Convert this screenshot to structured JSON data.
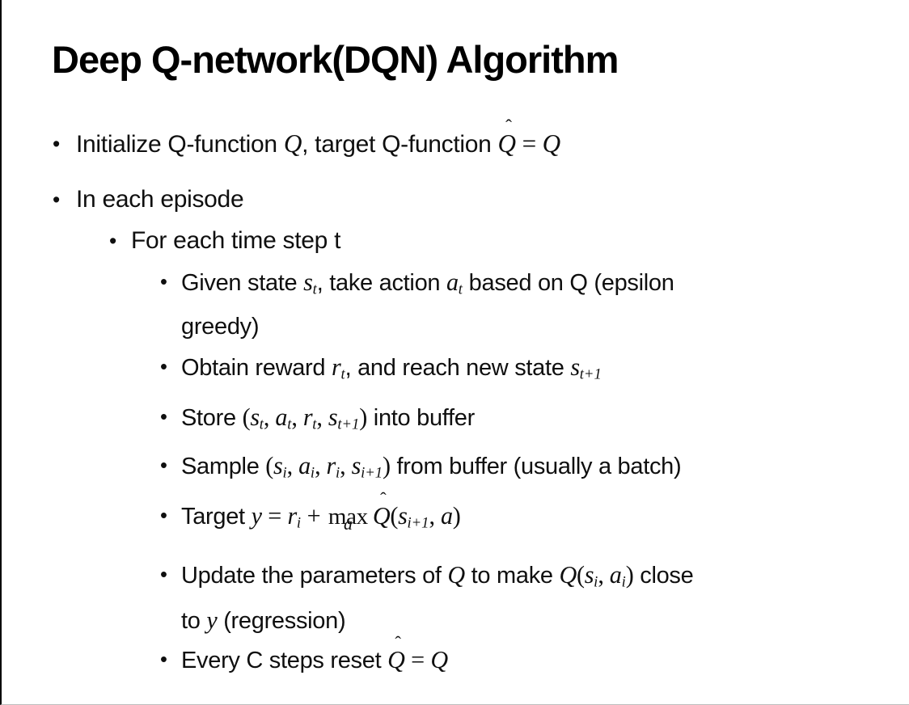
{
  "colors": {
    "background": "#ffffff",
    "text": "#0f0f0f",
    "left_border": "#000000",
    "bottom_border": "#bdbdbd"
  },
  "glyphs": {
    "bullet": "•",
    "hat": "ˆ"
  },
  "title": {
    "text": "Deep Q-network(DQN) Algorithm"
  },
  "content": {
    "b1": {
      "s1": "Initialize Q-function ",
      "m1": "Q",
      "s2": ", target Q-function ",
      "qh": "Q",
      "eq": "=",
      "m2": "Q"
    },
    "b2": {
      "s1": "In each episode"
    },
    "b3": {
      "s1": "For each time step t"
    },
    "b4": {
      "s1": "Given state ",
      "m1": "s",
      "sub1": "t",
      "s2": ", take action ",
      "m2": "a",
      "sub2": "t",
      "s3": " based on Q (epsilon",
      "s4": "greedy)"
    },
    "b5": {
      "s1": "Obtain reward ",
      "m1": "r",
      "sub1": "t",
      "s2": ", and reach new state ",
      "m2": "s",
      "sub2": "t+1"
    },
    "b6": {
      "s1": "Store ",
      "p1": "(",
      "m1": "s",
      "sub1": "t",
      "c1": ", ",
      "m2": "a",
      "sub2": "t",
      "c2": ", ",
      "m3": "r",
      "sub3": "t",
      "c3": ", ",
      "m4": "s",
      "sub4": "t+1",
      "p2": ")",
      "s2": " into buffer"
    },
    "b7": {
      "s1": "Sample ",
      "p1": "(",
      "m1": "s",
      "sub1": "i",
      "c1": ", ",
      "m2": "a",
      "sub2": "i",
      "c2": ", ",
      "m3": "r",
      "sub3": "i",
      "c3": ", ",
      "m4": "s",
      "sub4": "i+1",
      "p2": ")",
      "s2": " from buffer (usually a batch)"
    },
    "b8": {
      "s1": "Target ",
      "m1": "y",
      "eq": "=",
      "m2": "r",
      "sub2": "i",
      "plus": "+",
      "max": "max",
      "maxsub": "a",
      "qh": "Q",
      "p1": "(",
      "m3": "s",
      "sub3": "i+1",
      "c1": ", ",
      "m4": "a",
      "p2": ")"
    },
    "b9": {
      "s1": "Update the parameters of ",
      "m1": "Q",
      "s2": " to make ",
      "m2": "Q",
      "p1": "(",
      "m3": "s",
      "sub3": "i",
      "c1": ", ",
      "m4": "a",
      "sub4": "i",
      "p2": ")",
      "s3": " close",
      "s4": "to ",
      "m5": "y",
      "s5": " (regression)"
    },
    "b10": {
      "s1": "Every C steps reset ",
      "qh": "Q",
      "eq": "=",
      "m1": "Q"
    }
  }
}
